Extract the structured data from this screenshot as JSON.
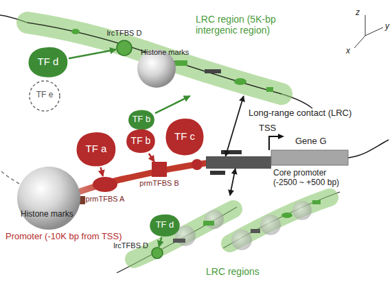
{
  "diagram": {
    "nodes": [
      {
        "text": [
          "LRC region (5K-bp intergenic region)"
        ]
      },
      {
        "text": [
          "TF d"
        ]
      },
      {
        "text": [
          "lrcTFBS D"
        ],
        "in": 0
      },
      {
        "text": [
          "Histone marks"
        ],
        "in": 0
      },
      {
        "text": [
          "TF e"
        ]
      },
      {
        "text": [
          "TF a"
        ]
      },
      {
        "text": [
          "TF b"
        ]
      },
      {
        "text": [
          "TF b"
        ]
      },
      {
        "text": [
          "TF c"
        ]
      },
      {
        "text": [
          "Promoter (-10K bp from TSS)"
        ]
      },
      {
        "text": [
          "Histone marks"
        ],
        "in": 9
      },
      {
        "text": [
          "prmTFBS A"
        ],
        "in": 9
      },
      {
        "text": [
          "prmTFBS B"
        ],
        "in": 9
      },
      {
        "text": [
          "Core promoter (-2500 ~ +500 bp)"
        ]
      },
      {
        "text": [
          "Gene G"
        ]
      },
      {
        "text": [
          "TF d"
        ]
      },
      {
        "text": [
          "LRC regions"
        ]
      },
      {
        "text": [
          "lrcTFBS D"
        ],
        "in": 16
      }
    ],
    "edges": [
      {
        "from": 1,
        "to": 2,
        "arrow": "to"
      },
      {
        "from": 6,
        "to": 0,
        "arrow": "to"
      },
      {
        "from": 5,
        "to": 11,
        "arrow": "to"
      },
      {
        "from": 7,
        "to": 12,
        "arrow": "to"
      },
      {
        "from": 0,
        "to": 13,
        "label": "Long-range contact (LRC)",
        "arrow": "both"
      },
      {
        "from": 13,
        "to": 16,
        "arrow": "both"
      },
      {
        "from": 15,
        "to": 17,
        "arrow": "to"
      }
    ],
    "labels": [
      "z",
      "y",
      "x",
      "TSS"
    ]
  }
}
